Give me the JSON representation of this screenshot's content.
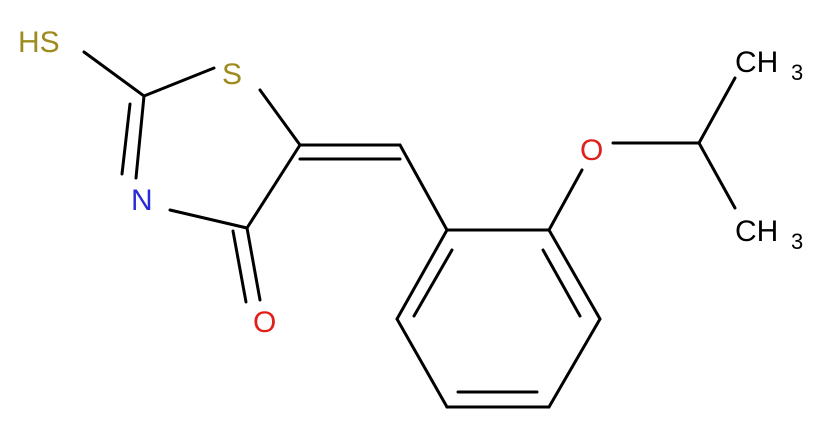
{
  "molecule": {
    "labels": {
      "sh": "HS",
      "s_ring": "S",
      "n_ring": "N",
      "o_carbonyl": "O",
      "o_ether": "O",
      "ch3_top": "CH",
      "ch3_top_sub": "3",
      "ch3_bottom": "CH",
      "ch3_bottom_sub": "3"
    },
    "colors": {
      "bond": "#000000",
      "sulfur": "#9e8b1e",
      "nitrogen": "#2a2ad6",
      "oxygen": "#e0201a",
      "carbon_label": "#000000"
    }
  }
}
